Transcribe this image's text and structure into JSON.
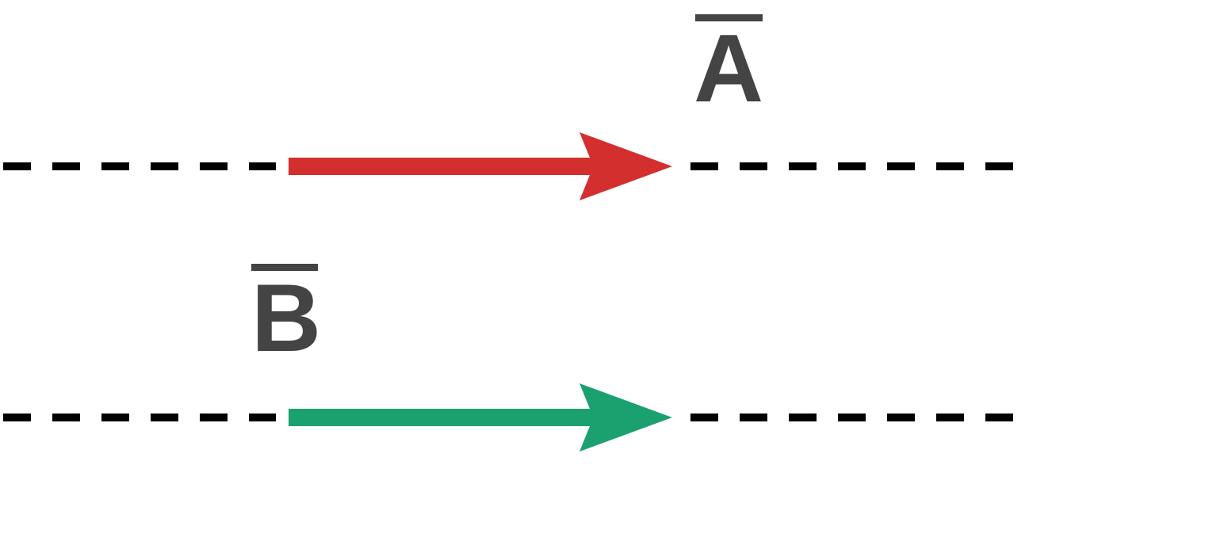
{
  "vectors": [
    {
      "id": "a",
      "label": "A",
      "overbar": true,
      "color": "#d32f2f",
      "direction": "right"
    },
    {
      "id": "b",
      "label": "B",
      "overbar": true,
      "color": "#1ba170",
      "direction": "right"
    }
  ],
  "colors": {
    "label_text": "#444444",
    "reference_line": "#000000",
    "background": "#ffffff"
  },
  "reference_line_style": "dashed"
}
